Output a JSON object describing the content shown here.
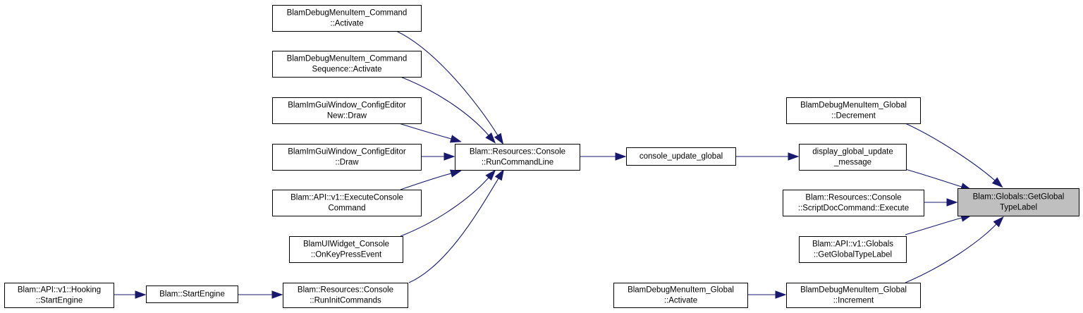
{
  "colors": {
    "edge": "#191970",
    "highlight_fill": "#bfbfbf",
    "node_fill": "#ffffff",
    "node_border": "#000000"
  },
  "nodes": [
    {
      "id": "n_cmd_activate",
      "lines": [
        "BlamDebugMenuItem_Command",
        "::Activate"
      ]
    },
    {
      "id": "n_cmdseq_activate",
      "lines": [
        "BlamDebugMenuItem_Command",
        "Sequence::Activate"
      ]
    },
    {
      "id": "n_cfgnew_draw",
      "lines": [
        "BlamImGuiWindow_ConfigEditor",
        "New::Draw"
      ]
    },
    {
      "id": "n_cfg_draw",
      "lines": [
        "BlamImGuiWindow_ConfigEditor",
        "::Draw"
      ]
    },
    {
      "id": "n_api_execcmd",
      "lines": [
        "Blam::API::v1::ExecuteConsole",
        "Command"
      ]
    },
    {
      "id": "n_uiwidget_keypress",
      "lines": [
        "BlamUIWidget_Console",
        "::OnKeyPressEvent"
      ]
    },
    {
      "id": "n_hooking_start",
      "lines": [
        "Blam::API::v1::Hooking",
        "::StartEngine"
      ]
    },
    {
      "id": "n_start_engine",
      "lines": [
        "Blam::StartEngine"
      ]
    },
    {
      "id": "n_run_init",
      "lines": [
        "Blam::Resources::Console",
        "::RunInitCommands"
      ]
    },
    {
      "id": "n_run_cmdline",
      "lines": [
        "Blam::Resources::Console",
        "::RunCommandLine"
      ]
    },
    {
      "id": "n_console_update",
      "lines": [
        "console_update_global"
      ]
    },
    {
      "id": "n_global_decrement",
      "lines": [
        "BlamDebugMenuItem_Global",
        "::Decrement"
      ]
    },
    {
      "id": "n_display_update",
      "lines": [
        "display_global_update",
        "_message"
      ]
    },
    {
      "id": "n_scriptdoc_exec",
      "lines": [
        "Blam::Resources::Console",
        "::ScriptDocCommand::Execute"
      ]
    },
    {
      "id": "n_api_globals",
      "lines": [
        "Blam::API::v1::Globals",
        "::GetGlobalTypeLabel"
      ]
    },
    {
      "id": "n_global_activate",
      "lines": [
        "BlamDebugMenuItem_Global",
        "::Activate"
      ]
    },
    {
      "id": "n_global_increment",
      "lines": [
        "BlamDebugMenuItem_Global",
        "::Increment"
      ]
    },
    {
      "id": "n_target",
      "lines": [
        "Blam::Globals::GetGlobal",
        "TypeLabel"
      ],
      "highlight": true
    }
  ],
  "edges": [
    {
      "from": "n_cmd_activate",
      "to": "n_run_cmdline"
    },
    {
      "from": "n_cmdseq_activate",
      "to": "n_run_cmdline"
    },
    {
      "from": "n_cfgnew_draw",
      "to": "n_run_cmdline"
    },
    {
      "from": "n_cfg_draw",
      "to": "n_run_cmdline"
    },
    {
      "from": "n_api_execcmd",
      "to": "n_run_cmdline"
    },
    {
      "from": "n_uiwidget_keypress",
      "to": "n_run_cmdline"
    },
    {
      "from": "n_run_init",
      "to": "n_run_cmdline"
    },
    {
      "from": "n_hooking_start",
      "to": "n_start_engine"
    },
    {
      "from": "n_start_engine",
      "to": "n_run_init"
    },
    {
      "from": "n_run_cmdline",
      "to": "n_console_update"
    },
    {
      "from": "n_console_update",
      "to": "n_display_update"
    },
    {
      "from": "n_global_decrement",
      "to": "n_target"
    },
    {
      "from": "n_display_update",
      "to": "n_target"
    },
    {
      "from": "n_scriptdoc_exec",
      "to": "n_target"
    },
    {
      "from": "n_api_globals",
      "to": "n_target"
    },
    {
      "from": "n_global_activate",
      "to": "n_global_increment"
    },
    {
      "from": "n_global_increment",
      "to": "n_target"
    }
  ]
}
